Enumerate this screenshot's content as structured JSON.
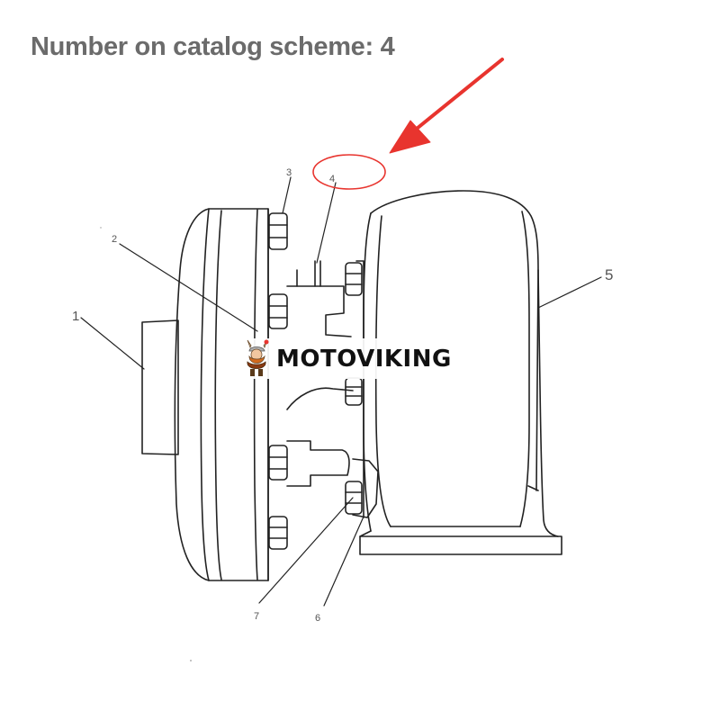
{
  "heading": "Number on catalog scheme: 4",
  "watermark": {
    "brand": "MOTOVIKING",
    "logo_icon": "viking-mascot-icon"
  },
  "callouts": {
    "p1": "1",
    "p2": "2",
    "p3": "3",
    "p4": "4",
    "p5": "5",
    "p6": "6",
    "p7": "7"
  },
  "highlight": {
    "target": "4",
    "color": "#e8342e"
  },
  "colors": {
    "line": "#222222",
    "heading": "#6b6b6b",
    "label": "#555555"
  }
}
